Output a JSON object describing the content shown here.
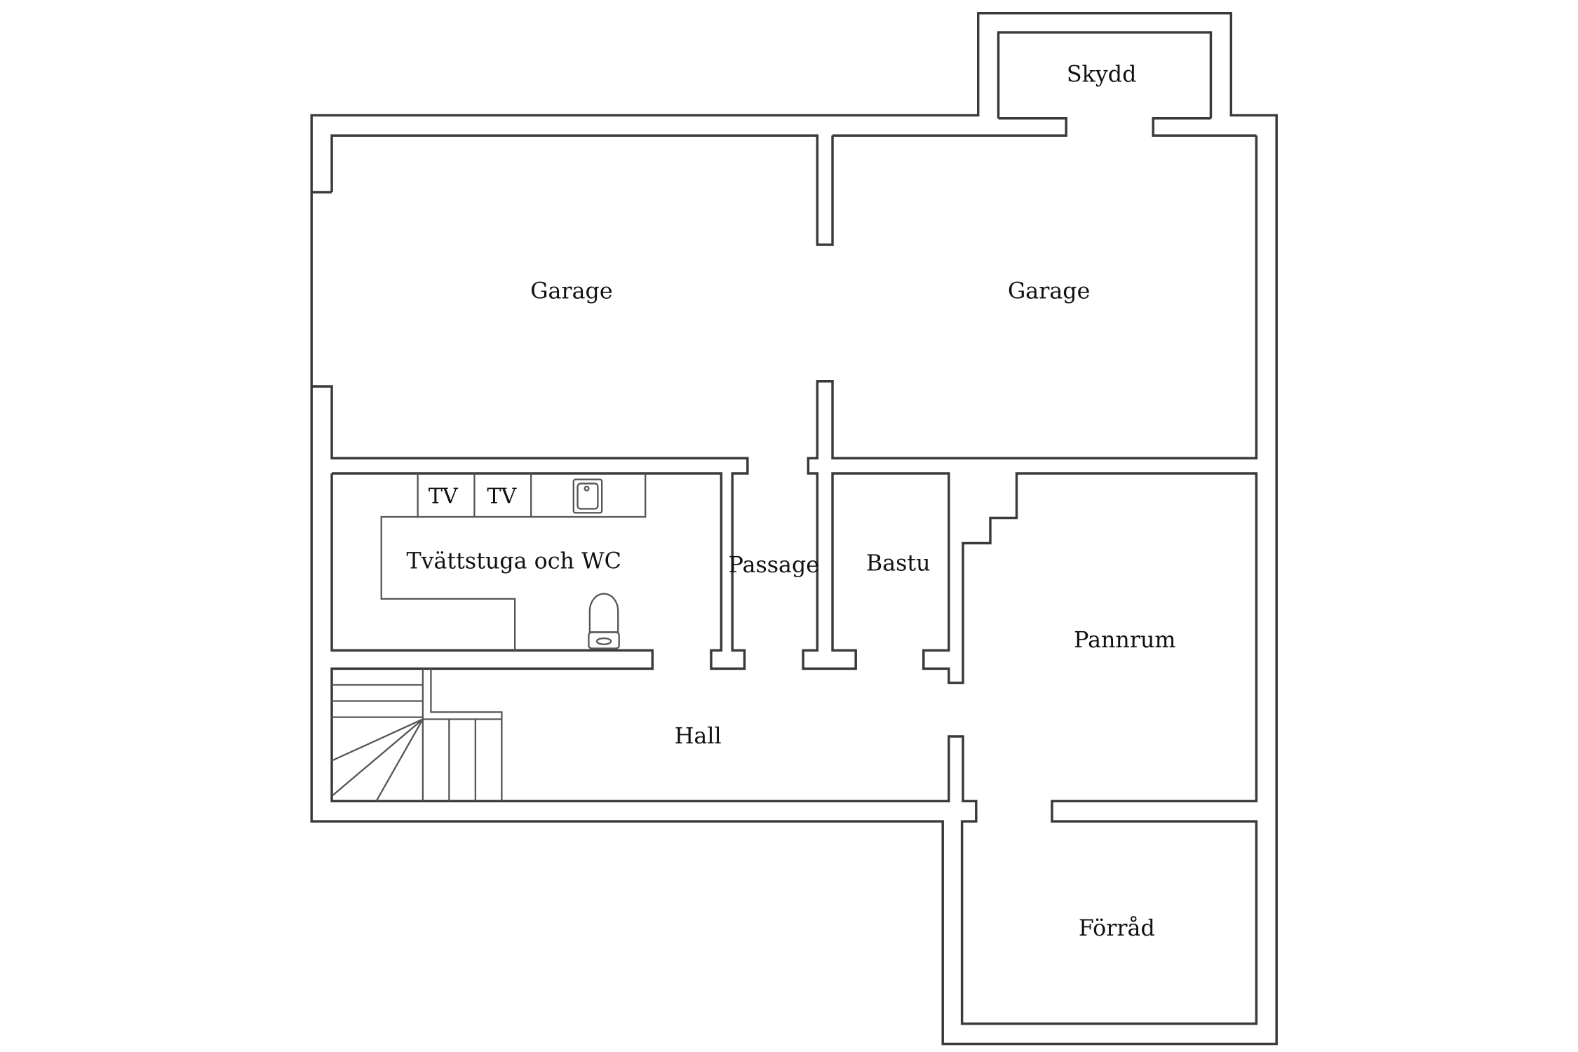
{
  "rooms": {
    "skydd": "Skydd",
    "garage_left": "Garage",
    "garage_right": "Garage",
    "tvattstuga": "Tvättstuga och WC",
    "passage": "Passage",
    "bastu": "Bastu",
    "pannrum": "Pannrum",
    "hall": "Hall",
    "forrad": "Förråd"
  },
  "fixtures": {
    "tv_1": "TV",
    "tv_2": "TV"
  },
  "icons": {
    "sink": "sink-icon",
    "toilet": "toilet-icon",
    "stairs": "staircase-icon"
  },
  "colors": {
    "wall": "#3a3a3a",
    "background": "#ffffff"
  }
}
